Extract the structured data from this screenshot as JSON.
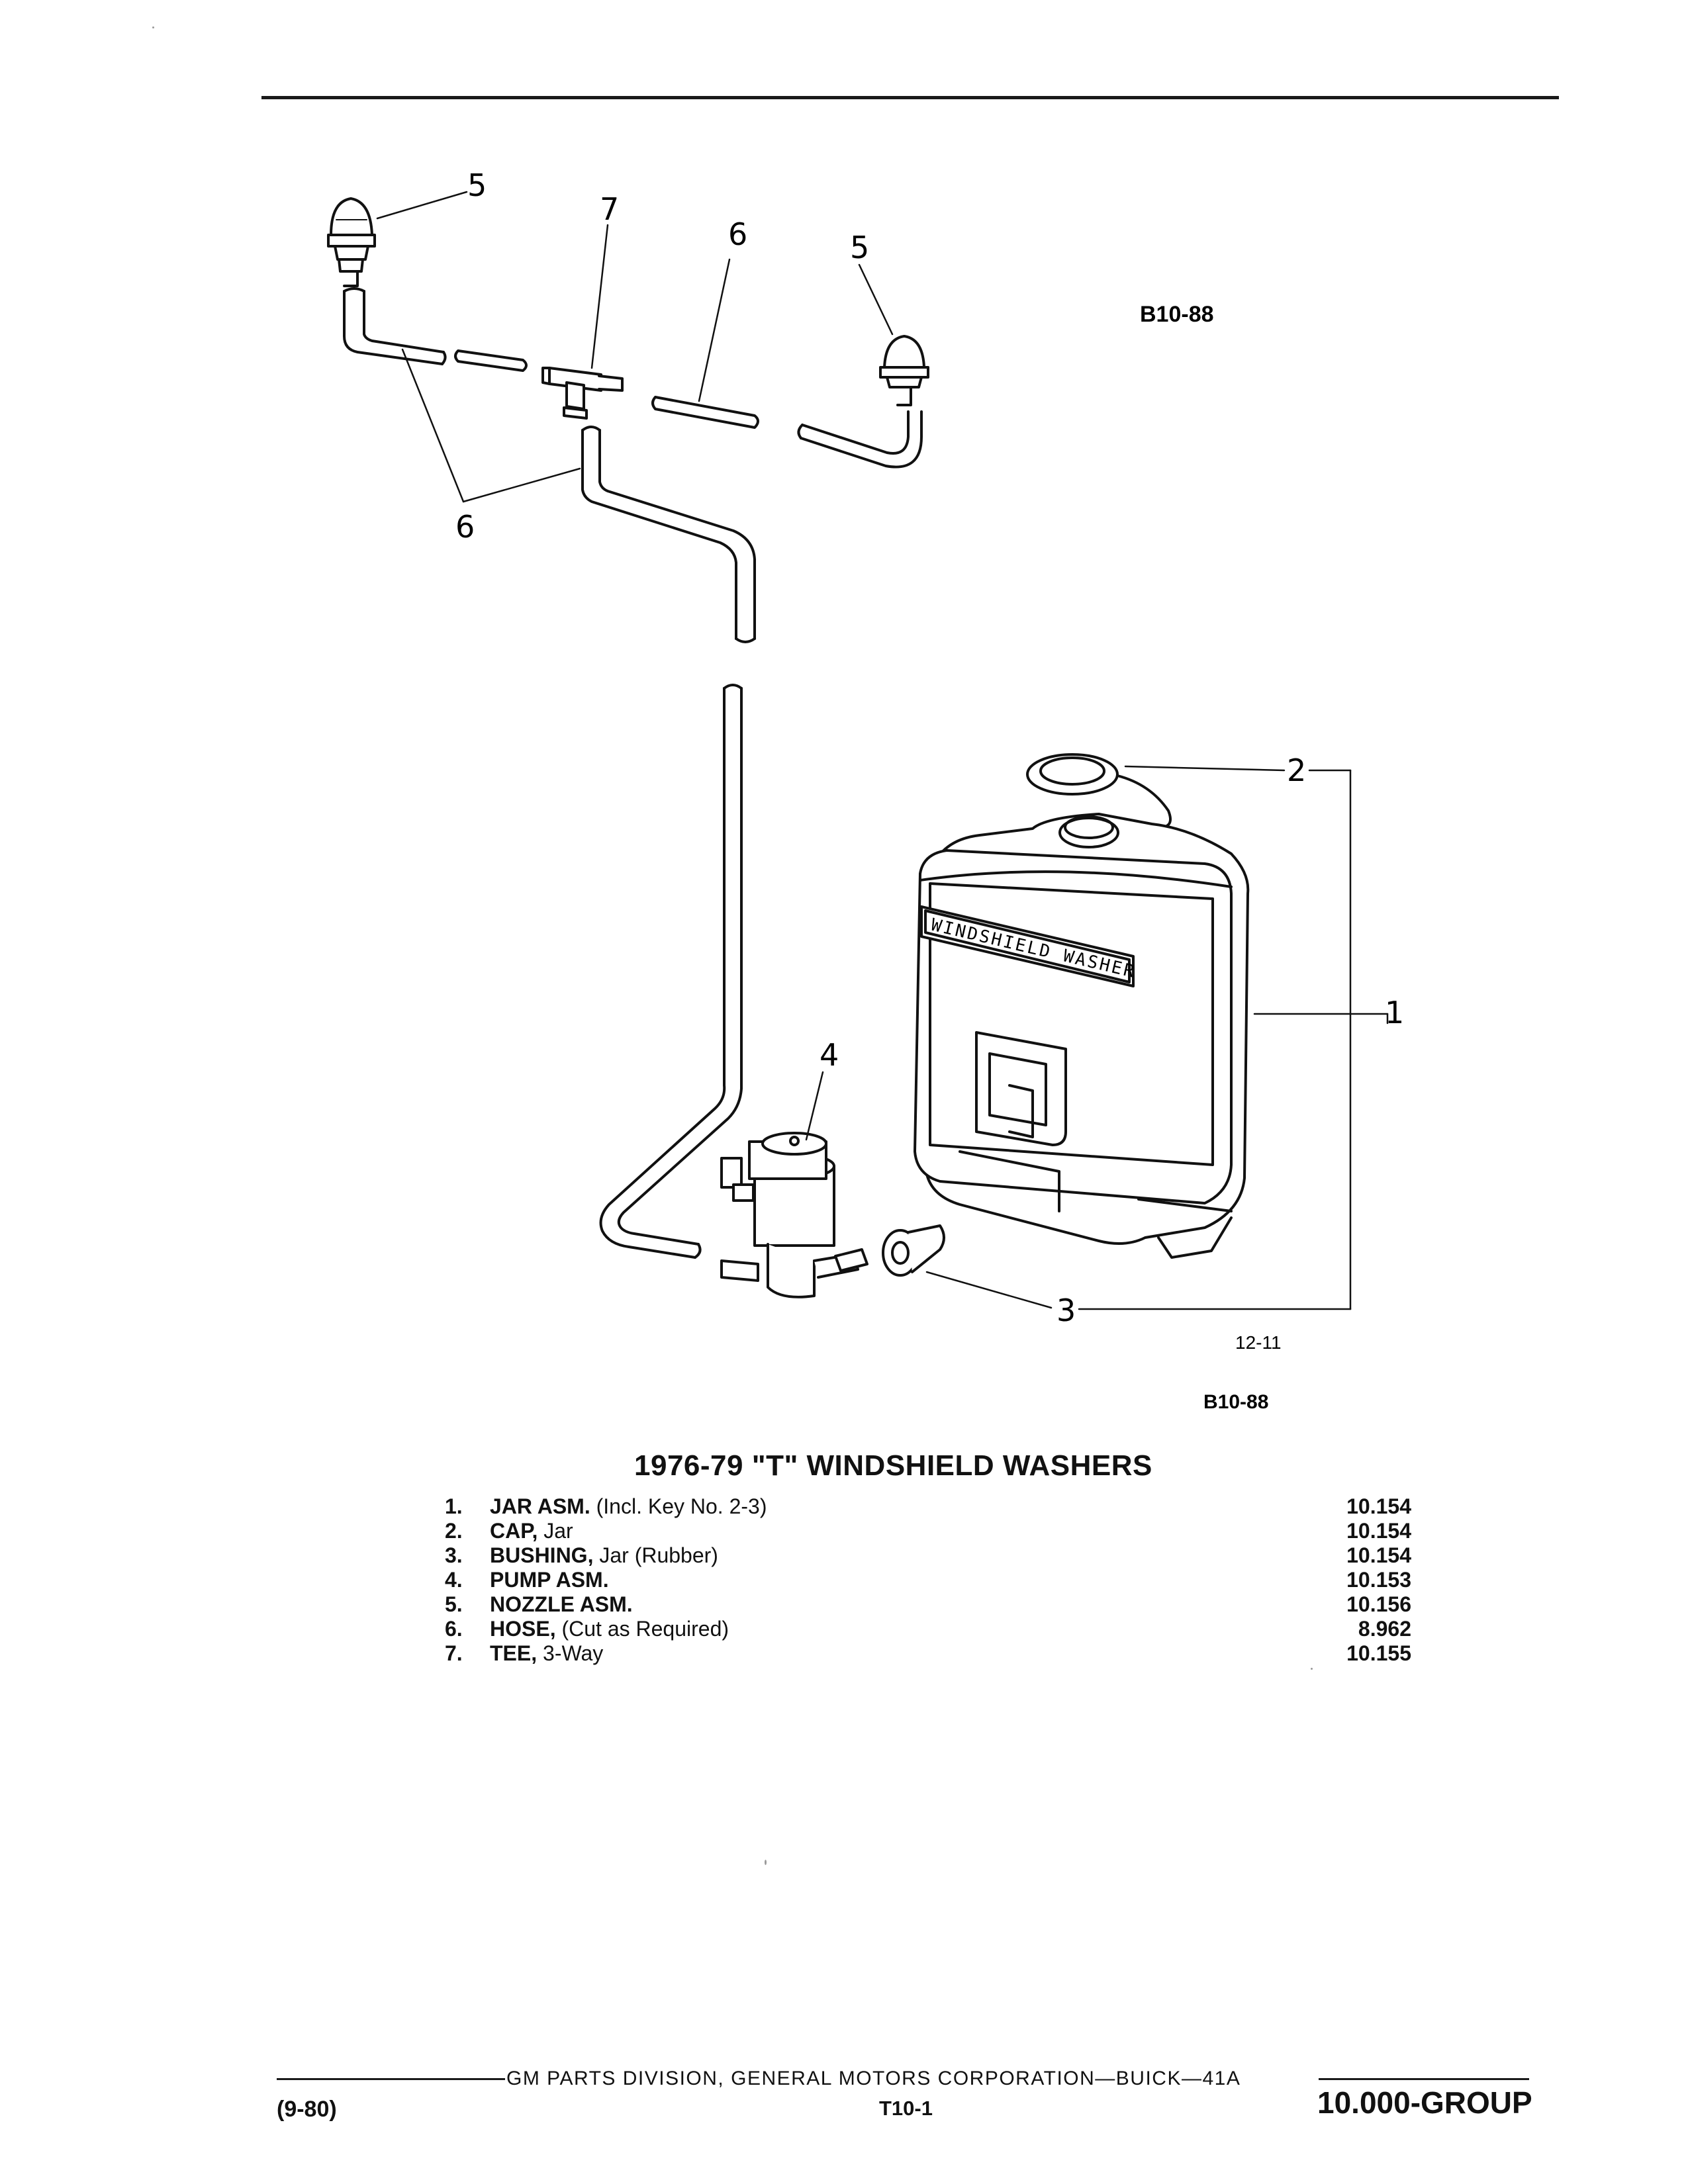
{
  "header": {
    "ref_code_top": "B10-88",
    "figure_number": "12-11",
    "ref_code_bottom": "B10-88"
  },
  "diagram": {
    "callouts": [
      "1",
      "2",
      "3",
      "4",
      "5",
      "6",
      "7"
    ],
    "jar_label": "WINDSHIELD WASHER"
  },
  "catalog": {
    "title": "1976-79 \"T\" WINDSHIELD WASHERS",
    "parts": [
      {
        "num": "1.",
        "name": "JAR ASM.",
        "detail": "(Incl. Key No. 2-3)",
        "group": "10.154"
      },
      {
        "num": "2.",
        "name": "CAP,",
        "detail": "Jar",
        "group": "10.154"
      },
      {
        "num": "3.",
        "name": "BUSHING,",
        "detail": "Jar (Rubber)",
        "group": "10.154"
      },
      {
        "num": "4.",
        "name": "PUMP ASM.",
        "detail": "",
        "group": "10.153"
      },
      {
        "num": "5.",
        "name": "NOZZLE ASM.",
        "detail": "",
        "group": "10.156"
      },
      {
        "num": "6.",
        "name": "HOSE,",
        "detail": "(Cut as Required)",
        "group": "8.962"
      },
      {
        "num": "7.",
        "name": "TEE,",
        "detail": "3-Way",
        "group": "10.155"
      }
    ]
  },
  "footer": {
    "publisher_line": "GM PARTS DIVISION, GENERAL MOTORS CORPORATION—BUICK—41A",
    "revision_date": "(9-80)",
    "page_id": "T10-1",
    "group_label": "10.000-GROUP"
  }
}
